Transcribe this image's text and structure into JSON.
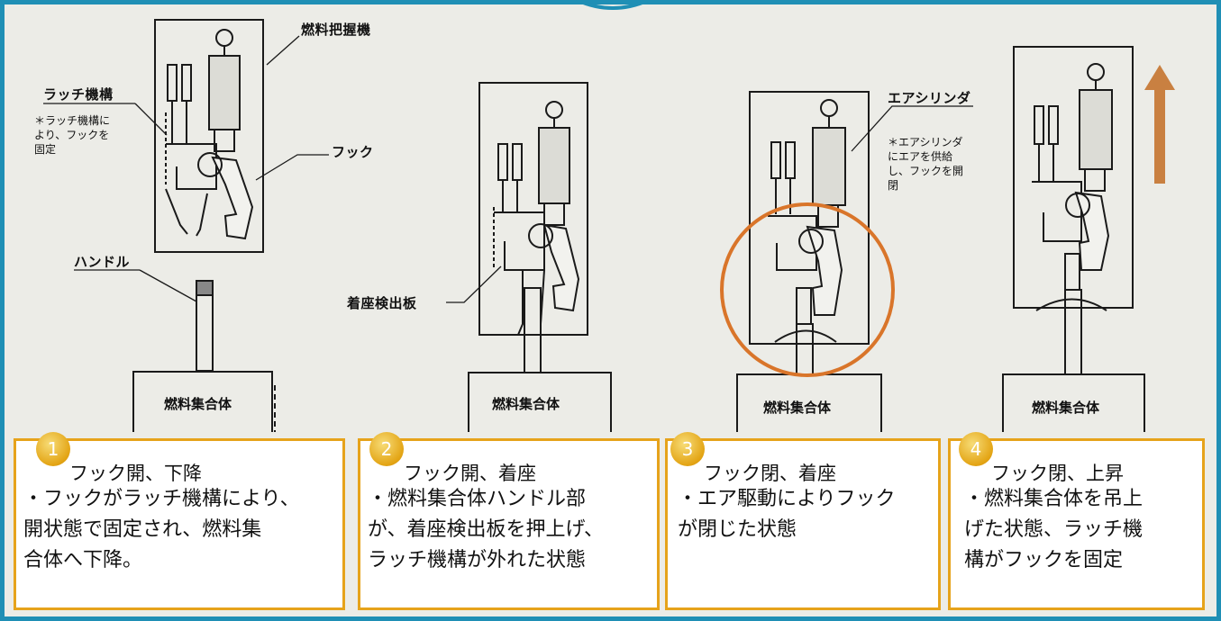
{
  "labels": {
    "grapple": "燃料把握機",
    "latch": "ラッチ機構",
    "latch_note": "＊ラッチ機構に\nより、フックを\n固定",
    "hook": "フック",
    "handle": "ハンドル",
    "seat_plate": "着座検出板",
    "air_cylinder": "エアシリンダ",
    "air_note": "＊エアシリンダ\nにエアを供給\nし、フックを開\n閉"
  },
  "assemblies": [
    "燃料集合体",
    "燃料集合体",
    "燃料集合体",
    "燃料集合体"
  ],
  "steps": [
    {
      "num": "1",
      "title": "フック開、下降",
      "desc": "・フックがラッチ機構により、\n開状態で固定され、燃料集\n合体へ下降。"
    },
    {
      "num": "2",
      "title": "フック開、着座",
      "desc": "・燃料集合体ハンドル部\nが、着座検出板を押上げ、\nラッチ機構が外れた状態"
    },
    {
      "num": "3",
      "title": "フック閉、着座",
      "desc": "・エア駆動によりフック\nが閉じた状態"
    },
    {
      "num": "4",
      "title": "フック閉、上昇",
      "desc": "・燃料集合体を吊上\nげた状態、ラッチ機\n構がフックを固定"
    }
  ],
  "colors": {
    "frame": "#1f8fb5",
    "box_border": "#e6a31b",
    "highlight_circle": "#d9752a",
    "arrow": "#c98041"
  }
}
